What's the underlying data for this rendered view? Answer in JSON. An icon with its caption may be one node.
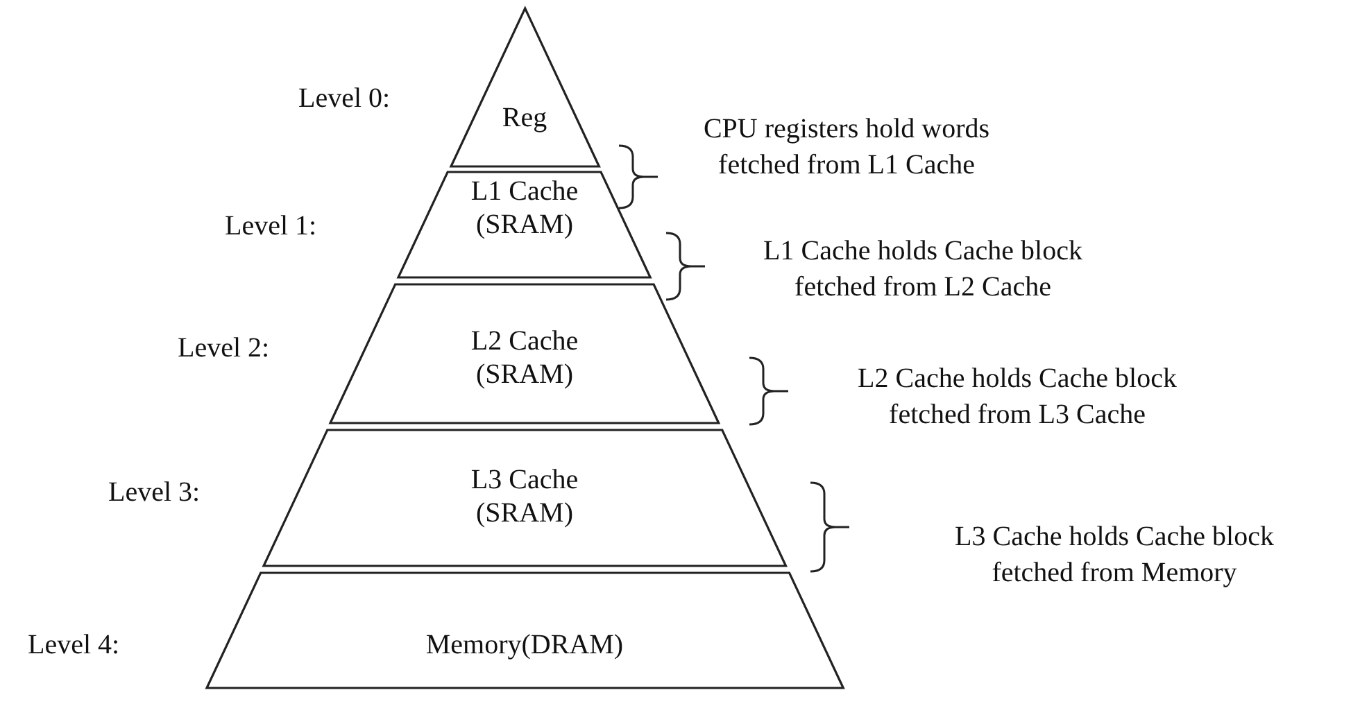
{
  "diagram": {
    "nodes": [
      {
        "text": [
          "Reg"
        ],
        "beside": [
          "Level 0:"
        ]
      },
      {
        "text": [
          "L1 Cache (SRAM)"
        ],
        "beside": [
          "Level 1:"
        ]
      },
      {
        "text": [
          "L2 Cache (SRAM)"
        ],
        "beside": [
          "Level 2:"
        ]
      },
      {
        "text": [
          "L3 Cache (SRAM)"
        ],
        "beside": [
          "Level 3:"
        ]
      },
      {
        "text": [
          "Memory(DRAM)"
        ],
        "beside": [
          "Level 4:"
        ]
      }
    ],
    "labels": [
      "CPU registers hold words fetched from L1 Cache",
      "L1 Cache holds Cache block fetched from L2 Cache",
      "L2 Cache holds Cache block fetched from L3 Cache",
      "L3 Cache holds Cache block fetched from Memory"
    ]
  }
}
